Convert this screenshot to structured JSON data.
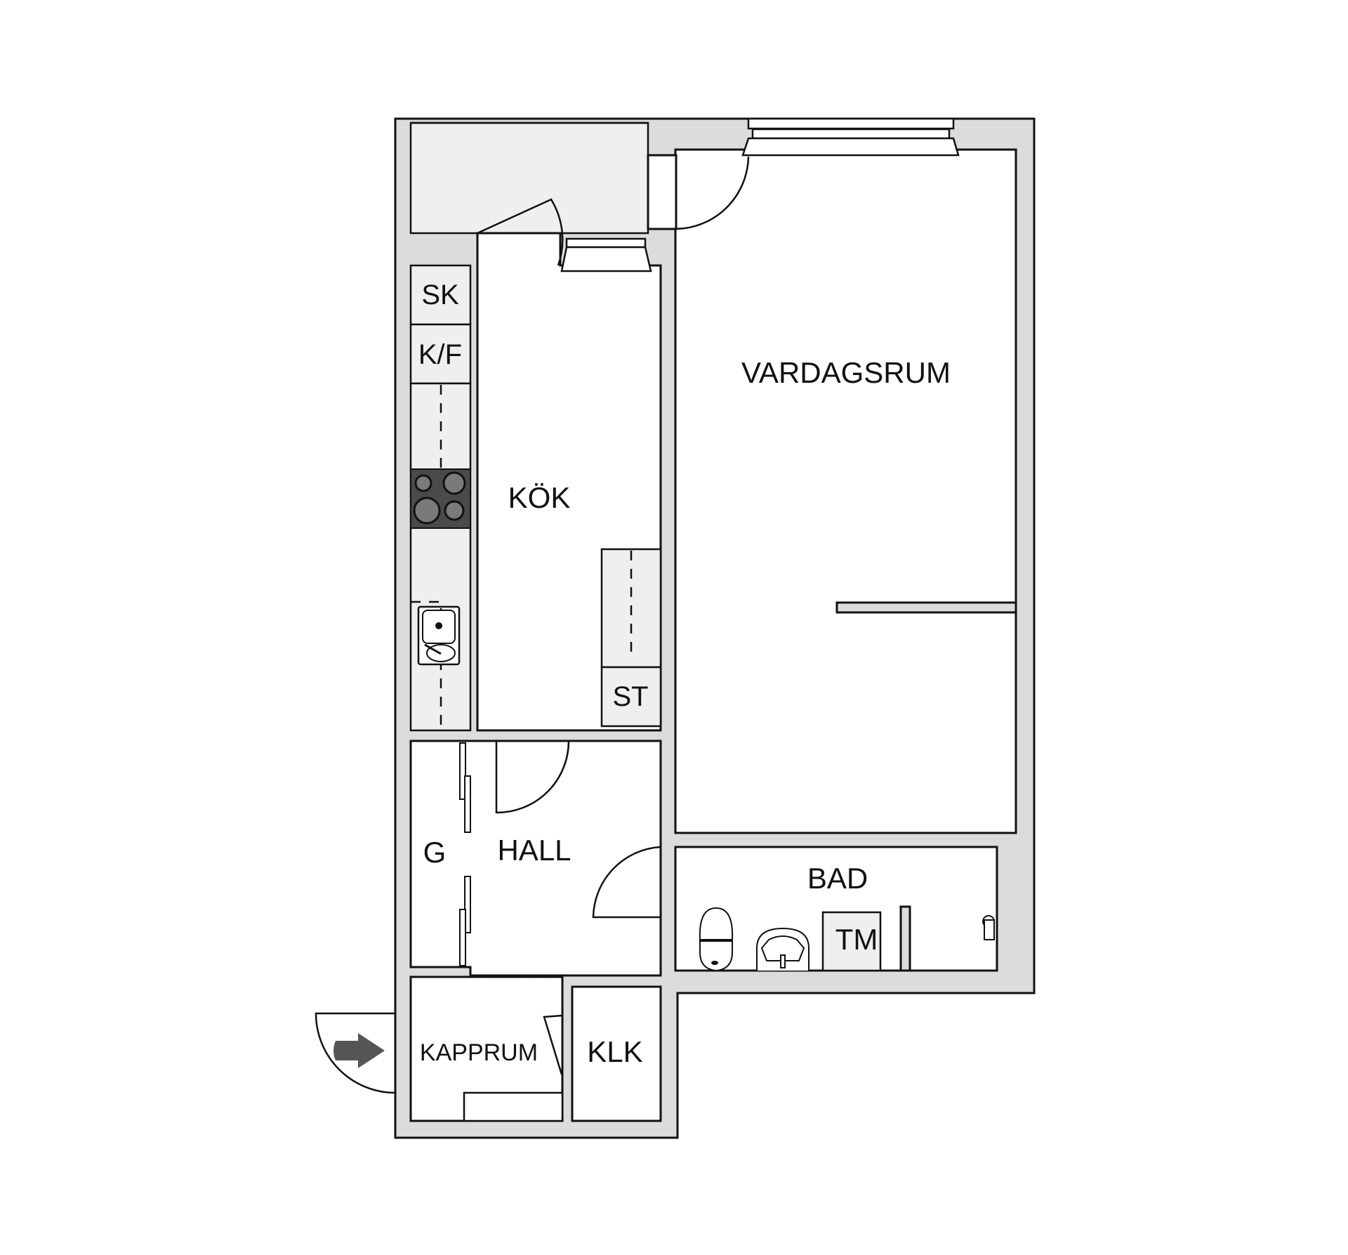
{
  "plan": {
    "rooms": [
      {
        "id": "vardagsrum",
        "label": "VARDAGSRUM"
      },
      {
        "id": "kok",
        "label": "KÖK"
      },
      {
        "id": "hall",
        "label": "HALL"
      },
      {
        "id": "bad",
        "label": "BAD"
      },
      {
        "id": "kapprum",
        "label": "KAPPRUM"
      },
      {
        "id": "klk",
        "label": "KLK"
      },
      {
        "id": "garderob",
        "label": "G"
      }
    ],
    "fixtures": [
      {
        "id": "sk",
        "label": "SK"
      },
      {
        "id": "kf",
        "label": "K/F"
      },
      {
        "id": "st",
        "label": "ST"
      },
      {
        "id": "tm",
        "label": "TM"
      }
    ],
    "colors": {
      "wall": "#dcdcdc",
      "stroke": "#111111",
      "fixture": "#efefef",
      "stove": "#4a4a4a",
      "burner": "#7a7a7a",
      "entry_arrow": "#555555"
    }
  }
}
